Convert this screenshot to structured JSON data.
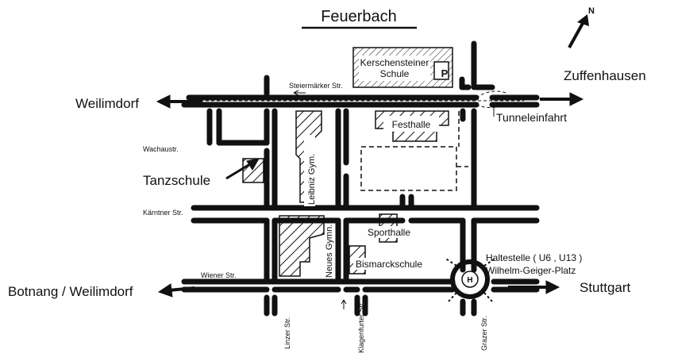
{
  "title": "Feuerbach",
  "compass": "N",
  "destinations": {
    "weilimdorf": "Weilimdorf",
    "zuffenhausen": "Zuffenhausen",
    "botnang": "Botnang / Weilimdorf",
    "stuttgart": "Stuttgart"
  },
  "streets": {
    "steiermaerker": "Steiermärker Str.",
    "wachau": "Wachaustr.",
    "kaerntner": "Kärntner Str.",
    "wiener": "Wiener Str.",
    "linzer": "Linzer Str.",
    "klagenfurter": "Klagenfurter Str.",
    "grazer": "Grazer Str."
  },
  "buildings": {
    "kerschensteiner_line1": "Kerschensteiner",
    "kerschensteiner_line2": "Schule",
    "parking": "P",
    "festhalle": "Festhalle",
    "leibniz": "Leibniz Gym.",
    "neues": "Neues Gymn.",
    "sporthalle": "Sporthalle",
    "bismarck": "Bismarckschule"
  },
  "labels": {
    "tunnel": "Tunneleinfahrt",
    "tanzschule": "Tanzschule",
    "haltestelle_line1": "Haltestelle ( U6 , U13 )",
    "haltestelle_line2": "Wilhelm-Geiger-Platz",
    "stop_symbol": "H"
  }
}
